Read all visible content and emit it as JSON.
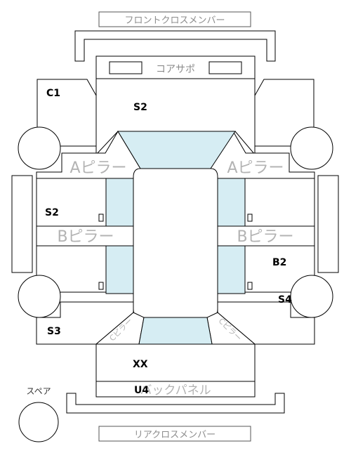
{
  "labels": {
    "front_cross_member": "フロントクロスメンバー",
    "core_support": "コアサポ",
    "a_pillar": "Aピラー",
    "b_pillar": "Bピラー",
    "c_pillar": "Cピラー",
    "back_panel": "バックパネル",
    "rear_cross_member": "リアクロスメンバー",
    "spare": "スペア"
  },
  "grades": {
    "front_left": "C1",
    "front_center": "S2",
    "mid_left": "S2",
    "mid_right": "B2",
    "rear_right": "S4",
    "rear_left": "S3",
    "trunk": "XX",
    "back": "U4"
  },
  "colors": {
    "glass": "#d6edf3",
    "stroke": "#000000",
    "label": "#8c8c8c",
    "pillar_text": "#b3b3b3"
  }
}
